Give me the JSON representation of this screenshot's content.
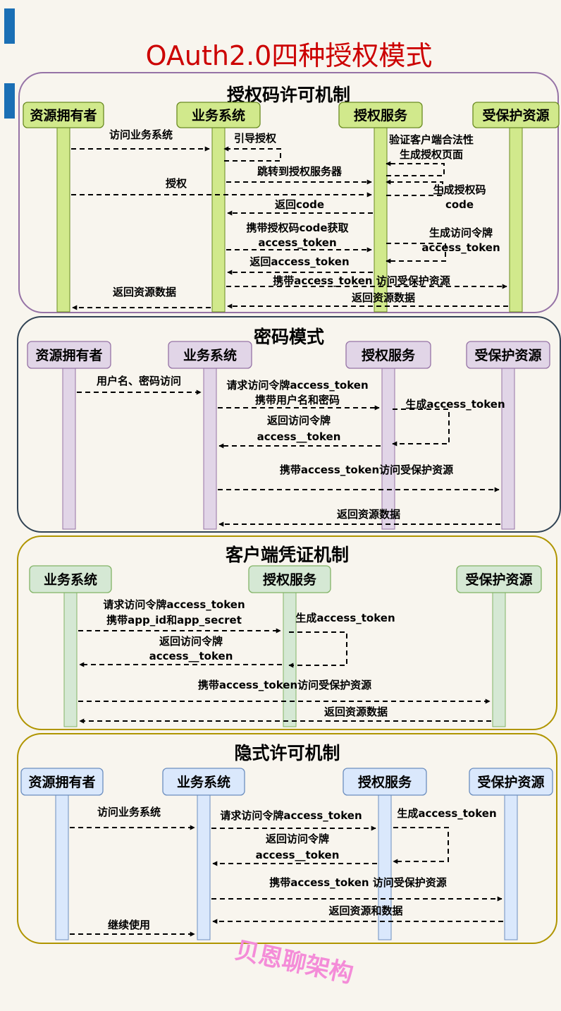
{
  "title": "OAuth2.0四种授权模式",
  "watermark": "贝恩聊架构",
  "colors": {
    "title": "#cc0000",
    "watermark": "#f48cd8",
    "background": "#f8f5ee",
    "left_marks": "#1a6fb5"
  },
  "sections": [
    {
      "title": "授权码许可机制",
      "border": "#9673a6",
      "fill": "#d1e98c",
      "stroke": "#6a8a22",
      "actors": [
        "资源拥有者",
        "业务系统",
        "授权服务",
        "受保护资源"
      ],
      "messages": [
        {
          "from": 0,
          "to": 1,
          "label": "访问业务系统"
        },
        {
          "from": 1,
          "to": 1,
          "label": "引导授权"
        },
        {
          "from": 1,
          "to": 2,
          "label": "跳转到授权服务器"
        },
        {
          "from": 2,
          "to": 2,
          "label": "验证客户端合法性\n生成授权页面"
        },
        {
          "from": 0,
          "to": 2,
          "label": "授权"
        },
        {
          "from": 2,
          "to": 2,
          "label": "生成授权码\ncode"
        },
        {
          "from": 2,
          "to": 1,
          "label": "返回code"
        },
        {
          "from": 1,
          "to": 2,
          "label": "携带授权码code获取\naccess_token"
        },
        {
          "from": 2,
          "to": 2,
          "label": "生成访问令牌\naccess_token"
        },
        {
          "from": 2,
          "to": 1,
          "label": "返回access_token"
        },
        {
          "from": 1,
          "to": 3,
          "label": "携带access_token 访问受保护资源"
        },
        {
          "from": 3,
          "to": 1,
          "label": "返回资源数据"
        },
        {
          "from": 1,
          "to": 0,
          "label": "返回资源数据"
        }
      ]
    },
    {
      "title": "密码模式",
      "border": "#314354",
      "fill": "#e1d5e7",
      "stroke": "#9673a6",
      "actors": [
        "资源拥有者",
        "业务系统",
        "授权服务",
        "受保护资源"
      ],
      "messages": [
        {
          "from": 0,
          "to": 1,
          "label": "用户名、密码访问"
        },
        {
          "from": 1,
          "to": 2,
          "label": "请求访问令牌access_token\n携带用户名和密码"
        },
        {
          "from": 2,
          "to": 2,
          "label": "生成access_token"
        },
        {
          "from": 2,
          "to": 1,
          "label": "返回访问令牌\naccess__token"
        },
        {
          "from": 1,
          "to": 3,
          "label": "携带access_token访问受保护资源"
        },
        {
          "from": 3,
          "to": 1,
          "label": "返回资源数据"
        }
      ]
    },
    {
      "title": "客户端凭证机制",
      "border": "#b09500",
      "fill": "#d5e8d4",
      "stroke": "#82b366",
      "actors": [
        "业务系统",
        "授权服务",
        "受保护资源"
      ],
      "messages": [
        {
          "from": 0,
          "to": 1,
          "label": "请求访问令牌access_token\n携带app_id和app_secret"
        },
        {
          "from": 1,
          "to": 1,
          "label": "生成access_token"
        },
        {
          "from": 1,
          "to": 0,
          "label": "返回访问令牌\naccess__token"
        },
        {
          "from": 0,
          "to": 2,
          "label": "携带access_token访问受保护资源"
        },
        {
          "from": 2,
          "to": 0,
          "label": "返回资源数据"
        }
      ]
    },
    {
      "title": "隐式许可机制",
      "border": "#b09500",
      "fill": "#dae8fc",
      "stroke": "#6c8ebf",
      "actors": [
        "资源拥有者",
        "业务系统",
        "授权服务",
        "受保护资源"
      ],
      "messages": [
        {
          "from": 0,
          "to": 1,
          "label": "访问业务系统"
        },
        {
          "from": 1,
          "to": 2,
          "label": "请求访问令牌access_token"
        },
        {
          "from": 2,
          "to": 2,
          "label": "生成access_token"
        },
        {
          "from": 2,
          "to": 1,
          "label": "返回访问令牌\naccess__token"
        },
        {
          "from": 1,
          "to": 3,
          "label": "携带access_token 访问受保护资源"
        },
        {
          "from": 3,
          "to": 1,
          "label": "返回资源和数据"
        },
        {
          "from": 0,
          "to": 1,
          "label": "继续使用"
        }
      ]
    }
  ]
}
